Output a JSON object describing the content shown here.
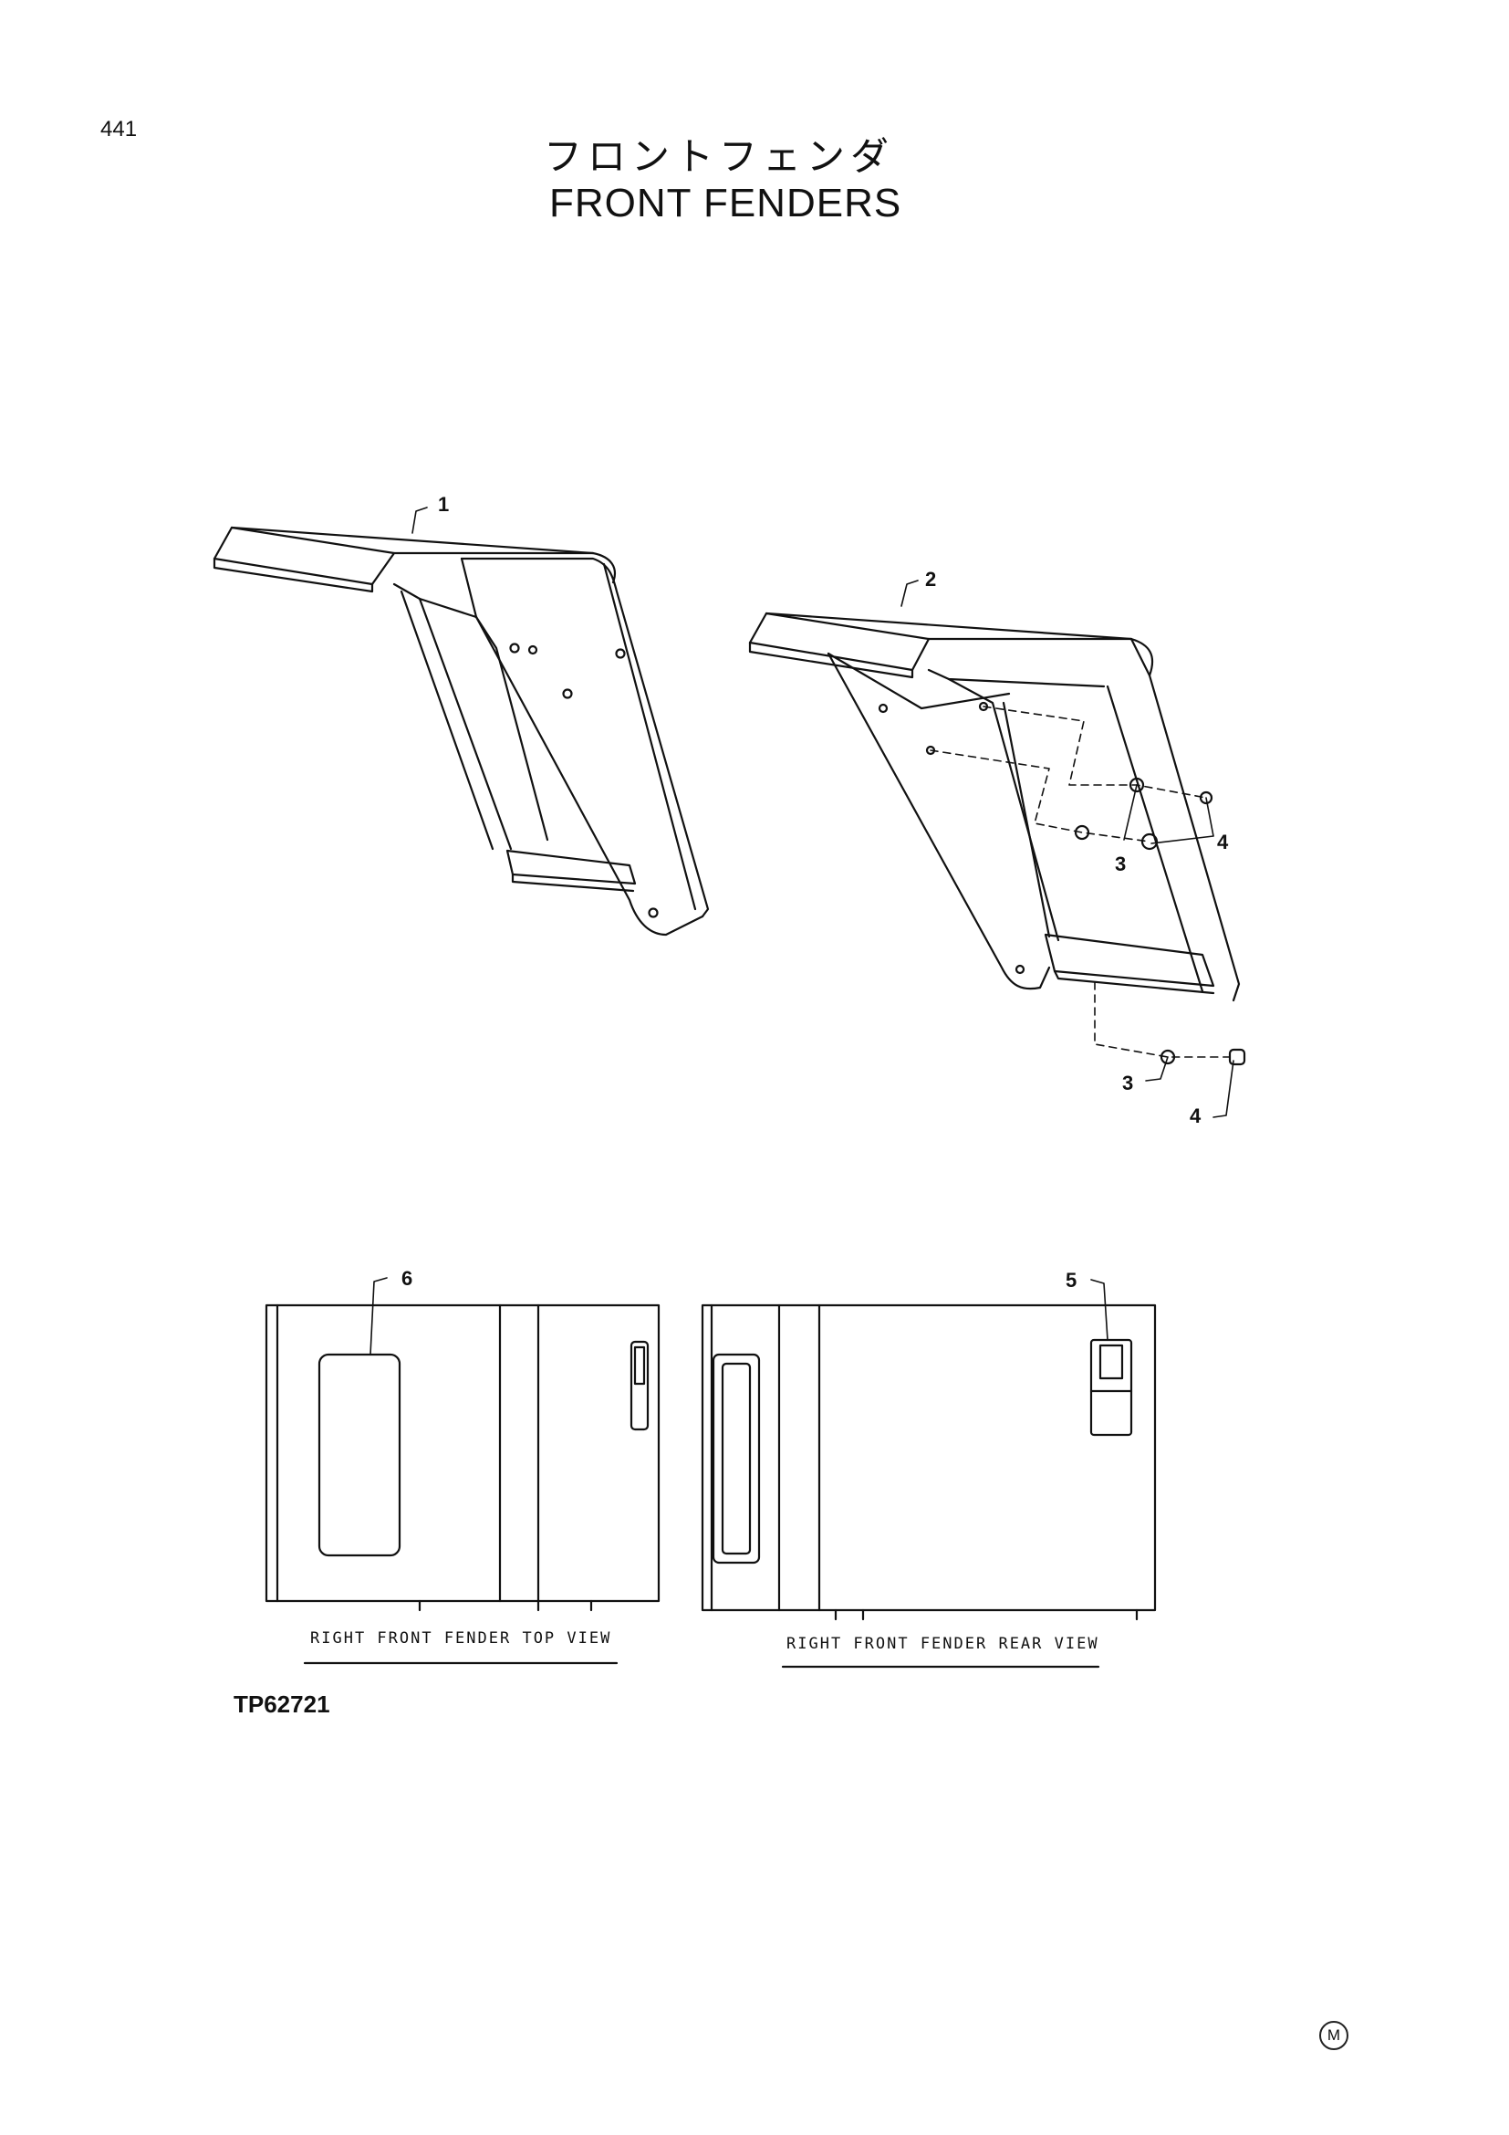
{
  "page_number": "441",
  "title_jp": "フロントフェンダ",
  "title_en": "FRONT FENDERS",
  "callouts": [
    "1",
    "2",
    "3",
    "4",
    "3",
    "4",
    "6",
    "5"
  ],
  "view_labels": {
    "top_view": "RIGHT FRONT FENDER TOP VIEW",
    "rear_view": "RIGHT FRONT FENDER REAR VIEW"
  },
  "drawing_code": "TP62721",
  "corner_mark": "M"
}
